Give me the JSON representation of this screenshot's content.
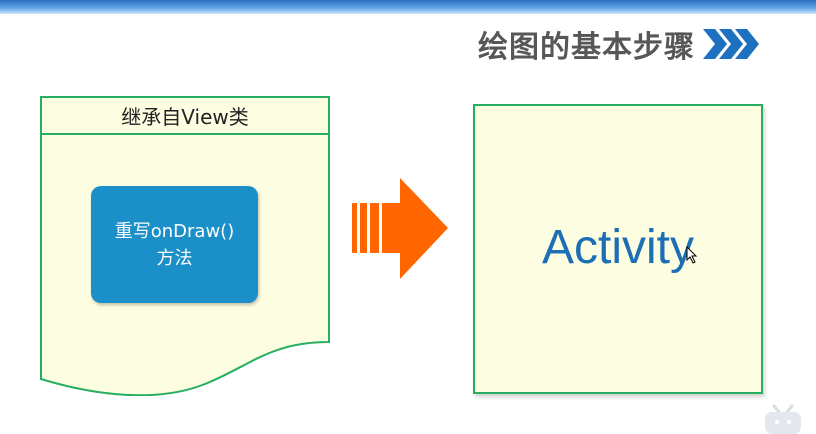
{
  "slide": {
    "title": "绘图的基本步骤",
    "title_icon": "triple-chevron-right-icon"
  },
  "view_box": {
    "header": "继承自View类",
    "card_line1": "重写onDraw()",
    "card_line2": "方法"
  },
  "arrow_icon": "orange-striped-arrow-icon",
  "activity_box": {
    "label": "Activity"
  },
  "colors": {
    "top_band": "#2a6fc0",
    "title_text": "#575757",
    "chevron": "#1e6fc0",
    "box_fill": "#fdfde2",
    "box_border": "#27ae60",
    "card_fill": "#1a8fc8",
    "arrow": "#ff6600",
    "activity_text": "#1c6fb5"
  }
}
